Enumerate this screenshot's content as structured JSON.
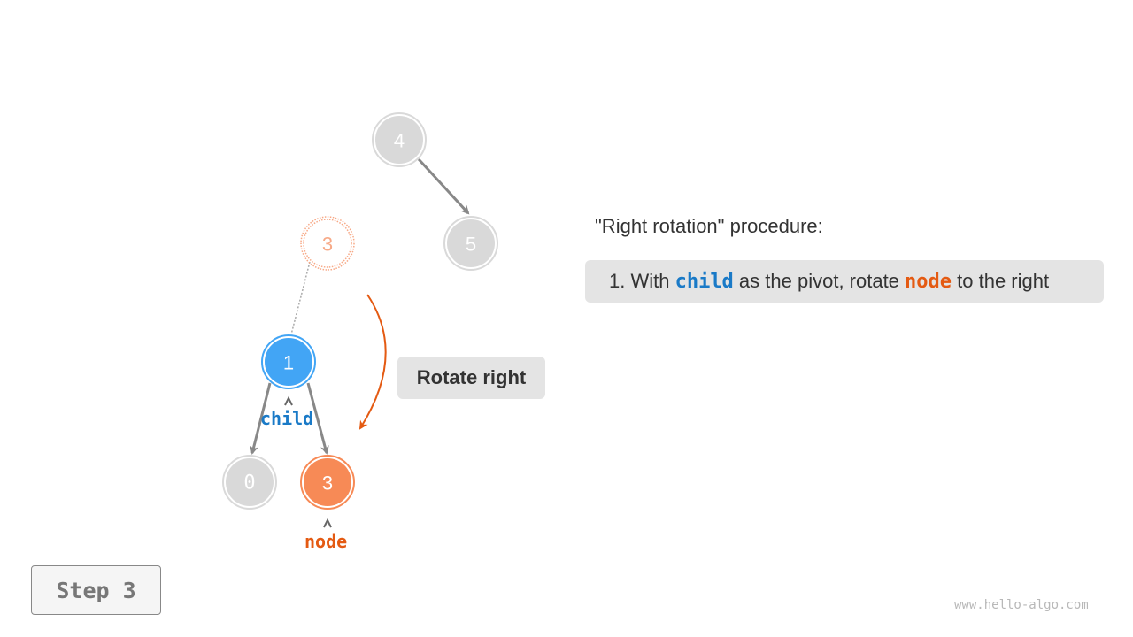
{
  "colors": {
    "gray_node": "#d9d9d9",
    "blue_node": "#42a5f5",
    "orange_node": "#f78a56",
    "ghost_node": "#f7a987",
    "child_label": "#1a7ac7",
    "node_label": "#e45a12",
    "edge": "#888888",
    "arrow": "#e45a12"
  },
  "tree": {
    "nodes": [
      {
        "id": "n4",
        "value": "4",
        "state": "gray"
      },
      {
        "id": "n5",
        "value": "5",
        "state": "gray"
      },
      {
        "id": "n3_ghost",
        "value": "3",
        "state": "ghost"
      },
      {
        "id": "n1",
        "value": "1",
        "state": "child"
      },
      {
        "id": "n0",
        "value": "0",
        "state": "gray"
      },
      {
        "id": "n3",
        "value": "3",
        "state": "node"
      }
    ],
    "pointers": {
      "child": "child",
      "node": "node"
    }
  },
  "rotate_label": "Rotate right",
  "explanation": {
    "title": "\"Right rotation\" procedure:",
    "step_prefix": "1. With ",
    "step_kw1": "child",
    "step_mid": " as the pivot, rotate ",
    "step_kw2": "node",
    "step_suffix": " to the right"
  },
  "step_badge": "Step 3",
  "footer": "www.hello-algo.com"
}
